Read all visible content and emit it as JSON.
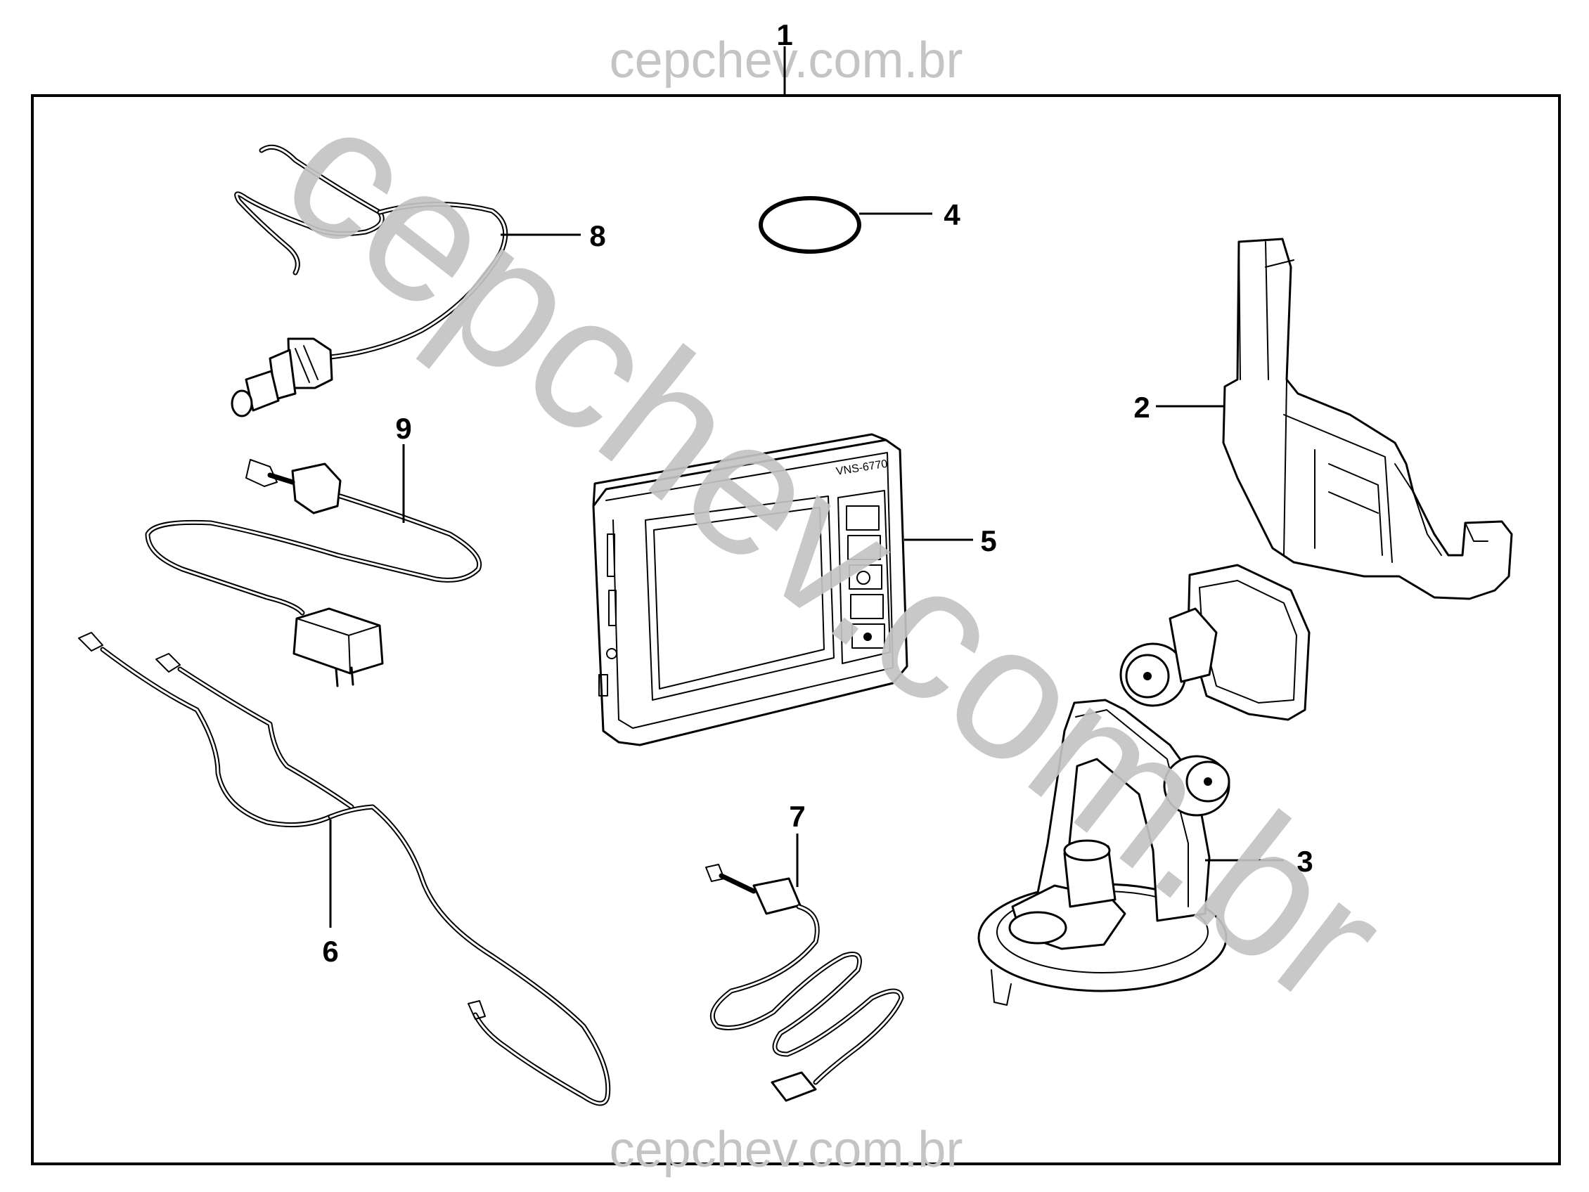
{
  "watermark": {
    "top": "cepchev.com.br",
    "bottom": "cepchev.com.br",
    "diagonal": "cepchev.com.br"
  },
  "callouts": {
    "assembly": "1",
    "bracket": "2",
    "suction_mount": "3",
    "adhesive_disc": "4",
    "navigation_unit": "5",
    "antenna_cable": "6",
    "usb_cable": "7",
    "car_charger": "8",
    "ac_adapter": "9"
  },
  "device": {
    "brand_text": "VNS-6770"
  },
  "colors": {
    "line": "#000000",
    "watermark": "#c4c4c4",
    "background": "#ffffff"
  }
}
